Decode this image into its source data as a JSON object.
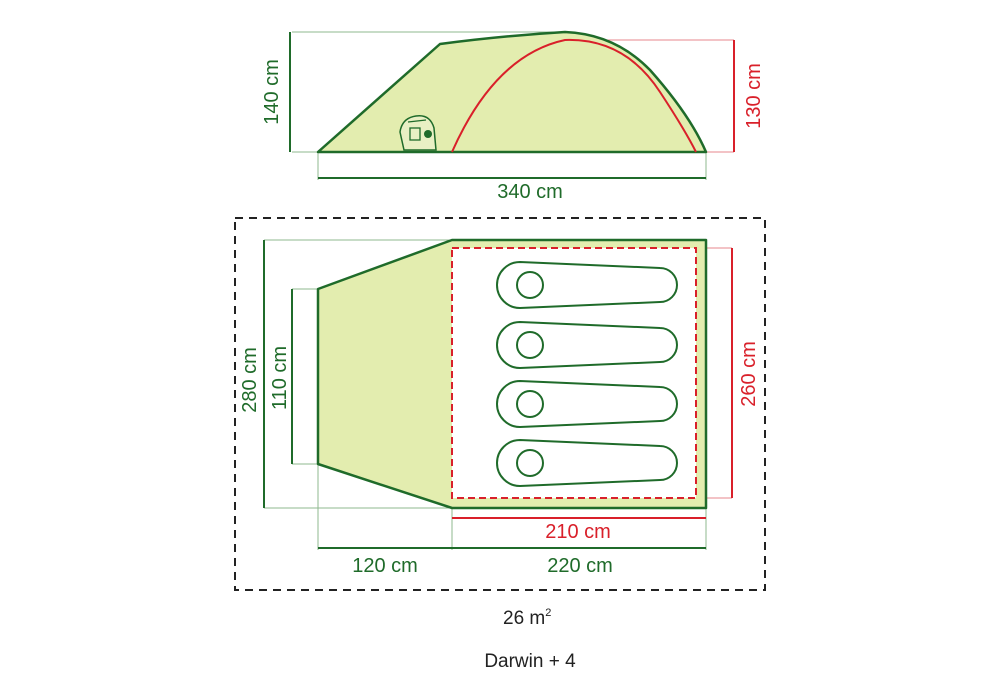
{
  "diagram": {
    "model": "Darwin + 4",
    "area": {
      "value": "26 m",
      "superscript": "2"
    },
    "side_view": {
      "total_height": "140 cm",
      "inner_height": "130 cm",
      "total_length": "340 cm"
    },
    "floor_plan": {
      "total_width": "280 cm",
      "porch_width": "110 cm",
      "inner_width": "260 cm",
      "inner_length": "210 cm",
      "porch_length": "120 cm",
      "cabin_length": "220 cm",
      "sleeping_bags": 4
    },
    "colors": {
      "outline": "#1f6b2a",
      "fabric": "#e3edaf",
      "inner": "#d9202a",
      "text_green": "#1f6b2a",
      "text_red": "#d9202a"
    },
    "icons": [
      "backpack-icon"
    ]
  }
}
